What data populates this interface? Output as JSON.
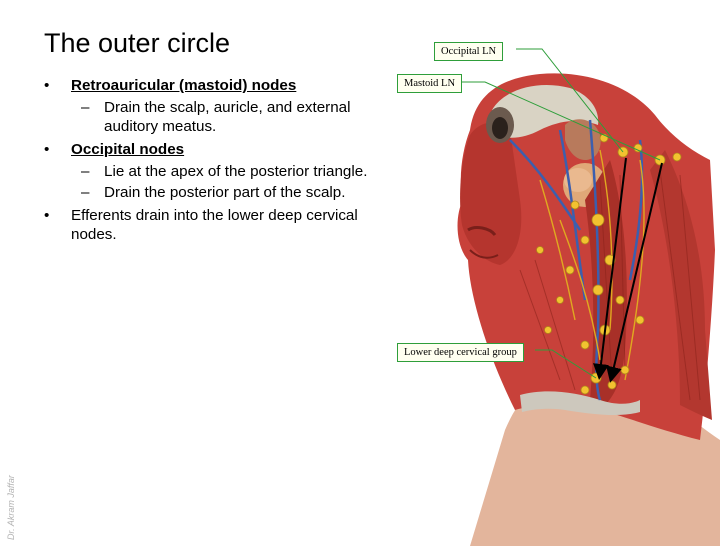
{
  "slide": {
    "title": "The outer circle",
    "bullets": [
      {
        "heading": "Retroauricular (mastoid) nodes",
        "subs": [
          "Drain the scalp, auricle, and external auditory meatus."
        ]
      },
      {
        "heading": "Occipital nodes",
        "subs": [
          "Lie at the apex of the posterior triangle.",
          "Drain the posterior part of the scalp."
        ]
      },
      {
        "text": "Efferents drain into the lower deep cervical nodes."
      }
    ]
  },
  "figure": {
    "labels": {
      "occipital": "Occipital LN",
      "mastoid": "Mastoid LN",
      "lower_deep": "Lower deep cervical group"
    },
    "colors": {
      "muscle": "#c8413a",
      "muscle_dark": "#9e2a22",
      "skin": "#e3b59c",
      "bone": "#d9d3c4",
      "node": "#f2c230",
      "vein": "#3c5fae",
      "callout_border": "#2e9e3a",
      "callout_fill": "#fffff0",
      "arrow": "#000000"
    }
  },
  "footer": {
    "watermark": "Dr. Akram Jaffar"
  }
}
